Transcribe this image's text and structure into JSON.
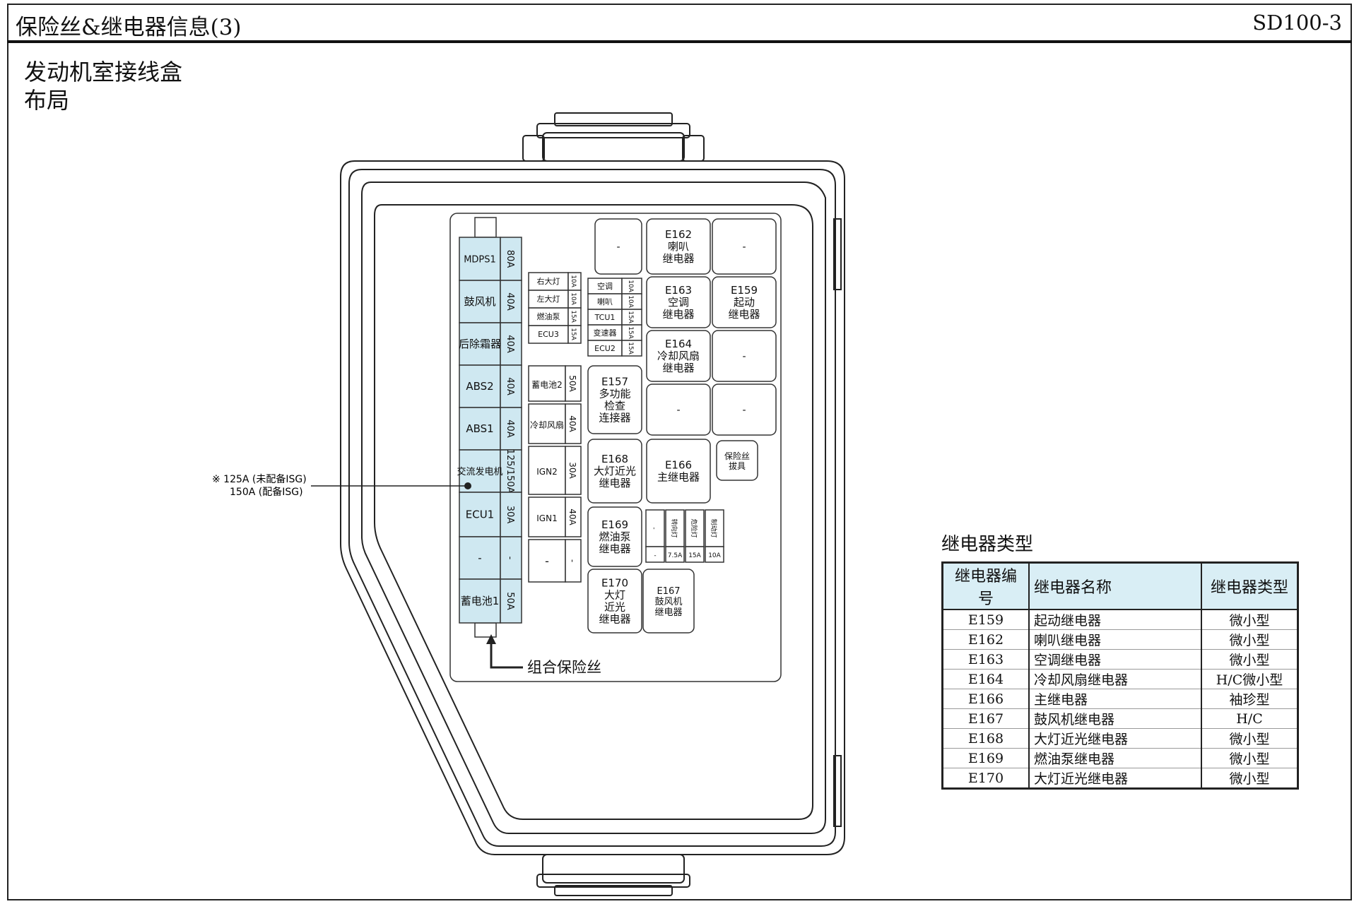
{
  "header": {
    "title": "保险丝&继电器信息(3)",
    "code": "SD100-3"
  },
  "section": {
    "title_line1": "发动机室接线盒",
    "title_line2": "布局"
  },
  "fuse_column": [
    {
      "label": "MDPS1",
      "rating": "80A"
    },
    {
      "label": "鼓风机",
      "rating": "40A"
    },
    {
      "label": "后除霜器",
      "rating": "40A"
    },
    {
      "label": "ABS2",
      "rating": "40A"
    },
    {
      "label": "ABS1",
      "rating": "40A"
    },
    {
      "label": "交流发电机",
      "rating": "125/150A"
    },
    {
      "label": "ECU1",
      "rating": "30A"
    },
    {
      "label": "-",
      "rating": "-"
    },
    {
      "label": "蓄电池1",
      "rating": "50A"
    }
  ],
  "mini_fuses": [
    {
      "label": "右大灯",
      "rating": "10A"
    },
    {
      "label": "左大灯",
      "rating": "10A"
    },
    {
      "label": "燃油泵",
      "rating": "15A"
    },
    {
      "label": "ECU3",
      "rating": "15A"
    }
  ],
  "mini_fuses_b": [
    {
      "label": "空调",
      "rating": "10A"
    },
    {
      "label": "喇叭",
      "rating": "10A"
    },
    {
      "label": "TCU1",
      "rating": "15A"
    },
    {
      "label": "变速器",
      "rating": "15A"
    },
    {
      "label": "ECU2",
      "rating": "15A"
    }
  ],
  "mid_fuses": [
    {
      "label": "蓄电池2",
      "rating": "50A"
    },
    {
      "label": "冷却风扇",
      "rating": "40A"
    },
    {
      "label": "IGN2",
      "rating": "30A"
    },
    {
      "label": "IGN1",
      "rating": "40A"
    },
    {
      "label": "-",
      "rating": "-"
    }
  ],
  "relays": {
    "dash_top": "-",
    "e162": "E162 喇叭 继电器",
    "e163": "E163 空调 继电器",
    "e159": "E159 起动 继电器",
    "e164": "E164 冷却风扇 继电器",
    "e157": "E157 多功能 检查 连接器",
    "e168": "E168 大灯近光 继电器",
    "e166": "E166 主继电器",
    "fuse_puller": "保险丝 拔具",
    "e169": "E169 燃油泵 继电器",
    "e170": "E170 大灯 近光 继电器",
    "e167": "E167 鼓风机 继电器",
    "dash": "-"
  },
  "small_fuses": [
    {
      "label": "-",
      "rating": "-"
    },
    {
      "label": "转向灯",
      "rating": "7.5A"
    },
    {
      "label": "危险灯",
      "rating": "15A"
    },
    {
      "label": "制动灯",
      "rating": "10A"
    }
  ],
  "annotation": {
    "line1": "※ 125A (未配备ISG)",
    "line2": "150A (配备ISG)"
  },
  "combo_fuse_label": "组合保险丝",
  "relay_table": {
    "caption": "继电器类型",
    "headers": [
      "继电器编号",
      "继电器名称",
      "继电器类型"
    ],
    "rows": [
      [
        "E159",
        "起动继电器",
        "微小型"
      ],
      [
        "E162",
        "喇叭继电器",
        "微小型"
      ],
      [
        "E163",
        "空调继电器",
        "微小型"
      ],
      [
        "E164",
        "冷却风扇继电器",
        "H/C微小型"
      ],
      [
        "E166",
        "主继电器",
        "袖珍型"
      ],
      [
        "E167",
        "鼓风机继电器",
        "H/C"
      ],
      [
        "E168",
        "大灯近光继电器",
        "微小型"
      ],
      [
        "E169",
        "燃油泵继电器",
        "微小型"
      ],
      [
        "E170",
        "大灯近光继电器",
        "微小型"
      ]
    ]
  },
  "colors": {
    "fuse_fill": "#cfe8f1",
    "table_header": "#d9eef5",
    "line": "#222222"
  }
}
